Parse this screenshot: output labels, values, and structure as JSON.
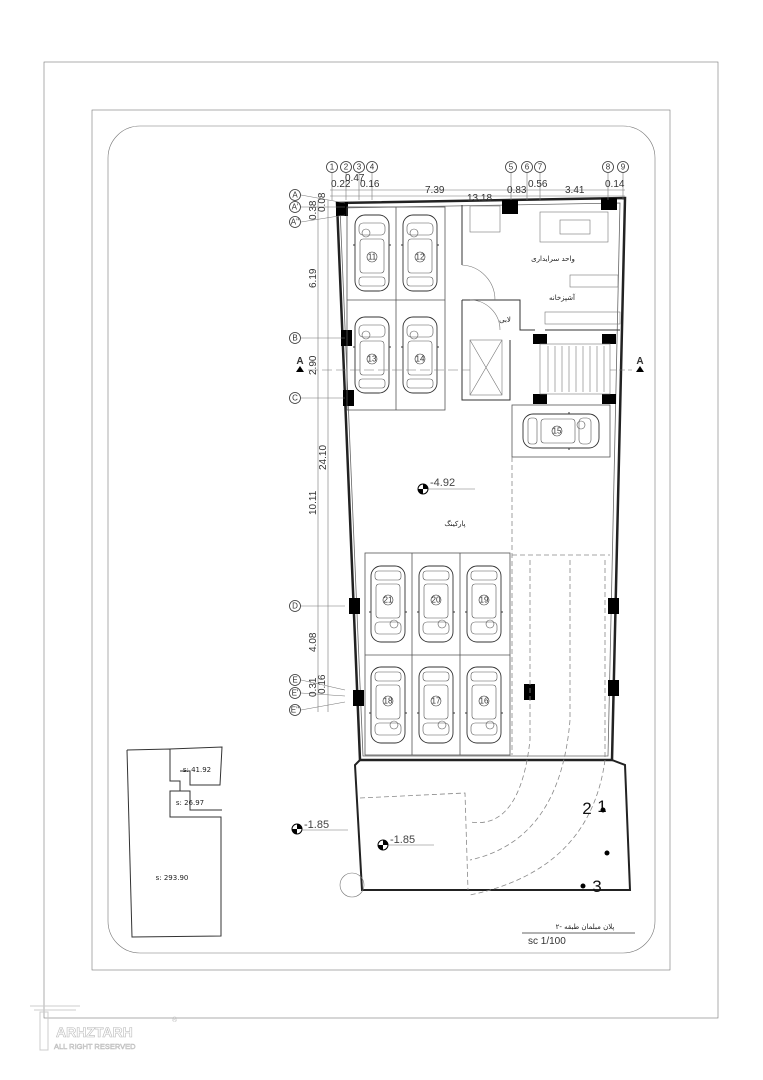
{
  "grid_columns": [
    "1",
    "2",
    "3",
    "4",
    "5",
    "6",
    "7",
    "8",
    "9"
  ],
  "grid_rows": [
    "A",
    "A'",
    "A''",
    "B",
    "C",
    "D",
    "E",
    "E'",
    "E''"
  ],
  "dimensions_top": [
    "0.22",
    "0.47",
    "0.16",
    "7.39",
    "13.18",
    "0.83",
    "0.56",
    "3.41",
    "0.14"
  ],
  "dimensions_left": [
    "0.38",
    "0.08",
    "6.19",
    "2.90",
    "24.10",
    "10.11",
    "4.08",
    "0.31",
    "0.16"
  ],
  "section_marker": "A",
  "rooms": {
    "caretaker_unit": "واحد سرایداری",
    "kitchen": "آشپزخانه",
    "lobby": "لابی",
    "parking": "پارکینگ"
  },
  "elevations": {
    "parking": "-4.92",
    "ramp_outside": "-1.85",
    "ramp_inside": "-1.85"
  },
  "cars": [
    "11",
    "12",
    "13",
    "14",
    "15",
    "16",
    "17",
    "18",
    "19",
    "20",
    "21"
  ],
  "ramp_points": [
    "1",
    "2",
    "3"
  ],
  "site_areas": [
    "s: 41.92",
    "s: 26.97",
    "s: 293.90"
  ],
  "title_block": {
    "title": "پلان مبلمان طبقه -۲",
    "scale": "sc 1/100"
  },
  "logo": {
    "name": "ARHZTARH",
    "tagline": "ALL RIGHT RESERVED",
    "mark": "®"
  }
}
